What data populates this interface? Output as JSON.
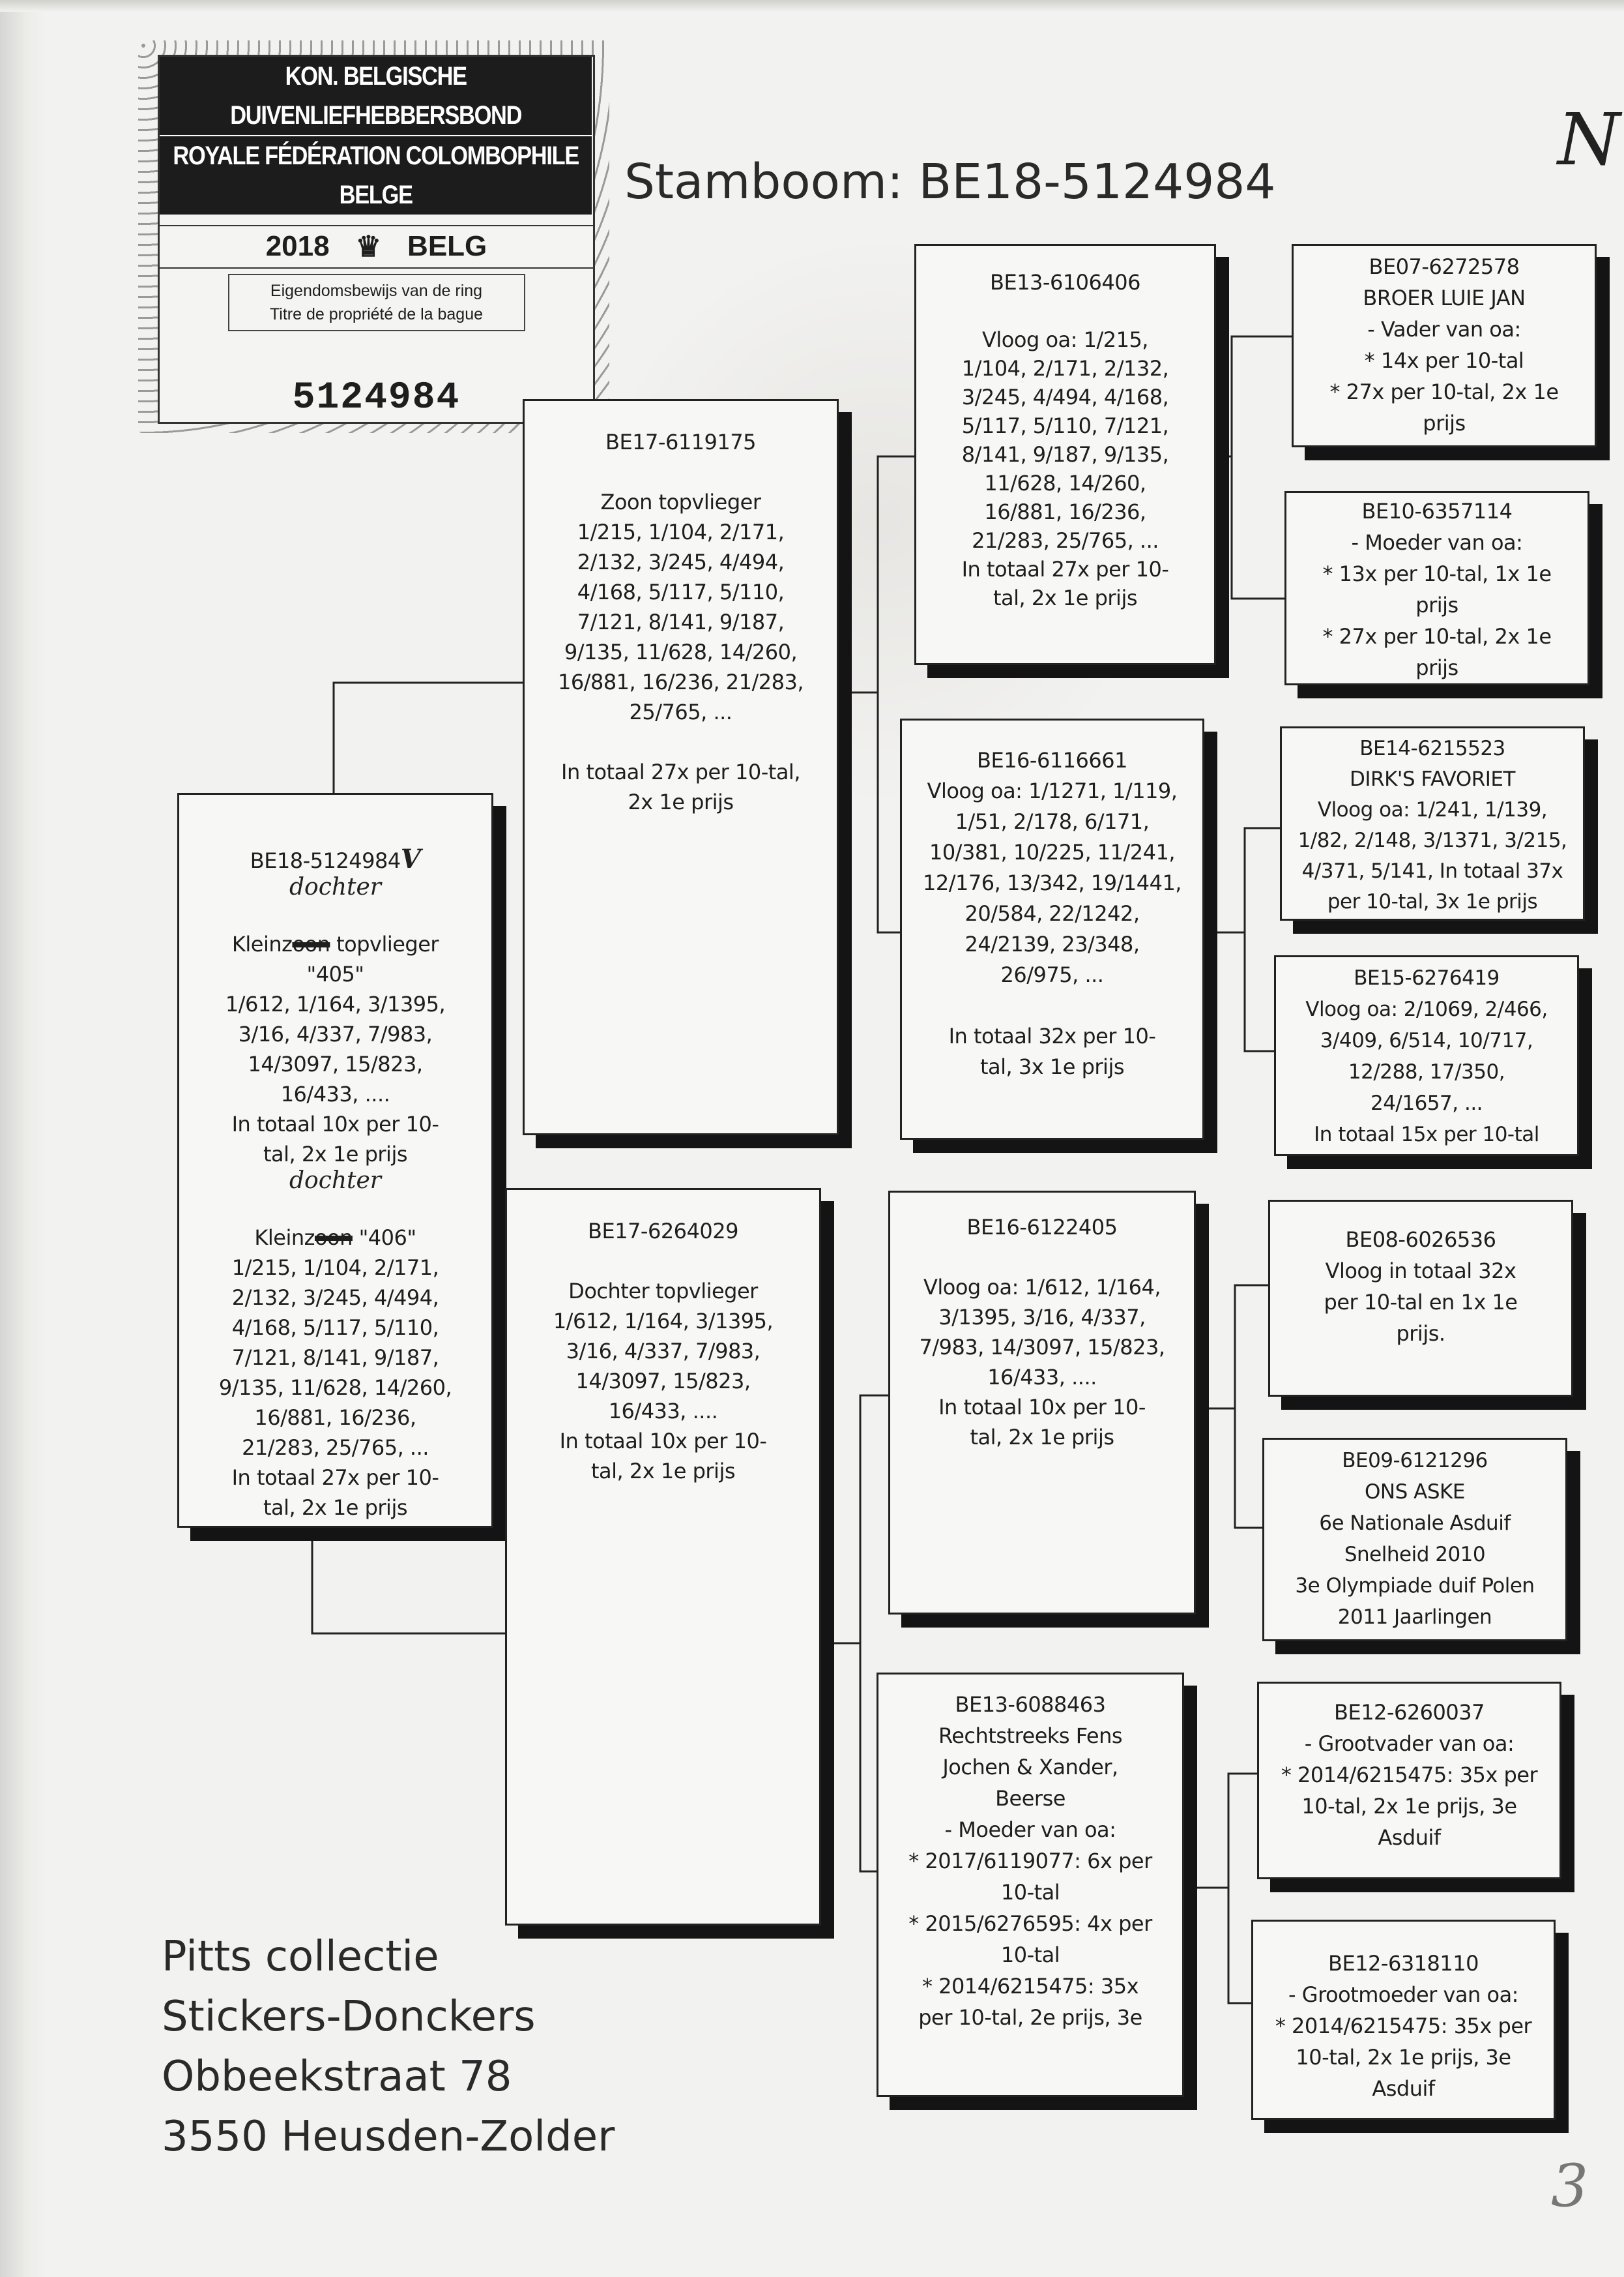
{
  "stamp": {
    "line1": "KON. BELGISCHE DUIVENLIEFHEBBERSBOND",
    "line2": "ROYALE FÉDÉRATION COLOMBOPHILE BELGE",
    "year": "2018",
    "country": "BELG",
    "sub1": "Eigendomsbewijs van de ring",
    "sub2": "Titre de propriété de la bague",
    "ring_number": "5124984",
    "icon": "crown-icon"
  },
  "title": "Stamboom: BE18-5124984",
  "subject": {
    "id": "BE18-5124984",
    "hand_mark": "V",
    "hand_1": "dochter",
    "line_a_pre": "Kleinz",
    "line_a_struck": "oon",
    "line_a_post": " topvlieger",
    "text_a": "\"405\"\n1/612, 1/164, 3/1395,\n3/16, 4/337, 7/983,\n14/3097, 15/823,\n16/433, ....\nIn totaal 10x per 10-\ntal, 2x 1e prijs",
    "hand_2": "dochter",
    "line_b_pre": "Kleinz",
    "line_b_struck": "oon",
    "line_b_post": " \"406\"",
    "text_b": "1/215, 1/104, 2/171,\n2/132, 3/245, 4/494,\n4/168, 5/117, 5/110,\n7/121, 8/141, 9/187,\n9/135, 11/628, 14/260,\n16/881, 16/236,\n21/283, 25/765, ...\nIn totaal 27x per 10-\ntal, 2x 1e prijs"
  },
  "parents": {
    "sire": "BE17-6119175\n\nZoon topvlieger\n1/215, 1/104, 2/171,\n2/132, 3/245, 4/494,\n4/168, 5/117, 5/110,\n7/121, 8/141, 9/187,\n9/135, 11/628, 14/260,\n16/881, 16/236, 21/283,\n25/765, ...\n\nIn totaal 27x per 10-tal,\n2x 1e prijs",
    "dam": "BE17-6264029\n\nDochter topvlieger\n1/612, 1/164, 3/1395,\n3/16, 4/337, 7/983,\n14/3097, 15/823,\n16/433, ....\nIn totaal 10x per 10-\ntal, 2x 1e prijs"
  },
  "grandparents": {
    "gs1": "BE13-6106406\n\nVloog oa: 1/215,\n1/104, 2/171, 2/132,\n3/245, 4/494, 4/168,\n5/117, 5/110, 7/121,\n8/141, 9/187, 9/135,\n11/628, 14/260,\n16/881, 16/236,\n21/283, 25/765, ...\nIn totaal 27x per 10-\ntal, 2x 1e prijs",
    "gd1": "BE16-6116661\nVloog oa: 1/1271, 1/119,\n1/51, 2/178, 6/171,\n10/381, 10/225, 11/241,\n12/176, 13/342, 19/1441,\n20/584, 22/1242,\n24/2139, 23/348,\n26/975, ...\n\nIn totaal 32x per 10-\ntal, 3x 1e prijs",
    "gs2": "BE16-6122405\n\nVloog oa: 1/612, 1/164,\n3/1395, 3/16, 4/337,\n7/983, 14/3097, 15/823,\n16/433, ....\nIn totaal 10x per 10-\ntal, 2x 1e prijs",
    "gd2": "BE13-6088463\nRechtstreeks Fens\nJochen & Xander,\nBeerse\n- Moeder van oa:\n* 2017/6119077: 6x per\n10-tal\n* 2015/6276595: 4x per\n10-tal\n* 2014/6215475: 35x\nper 10-tal, 2e prijs, 3e"
  },
  "great_grandparents": [
    "BE07-6272578\nBROER LUIE JAN\n- Vader van oa:\n* 14x per 10-tal\n* 27x per 10-tal, 2x 1e\nprijs",
    "BE10-6357114\n- Moeder van oa:\n* 13x per 10-tal, 1x 1e\nprijs\n* 27x per 10-tal, 2x 1e\nprijs",
    "BE14-6215523\nDIRK'S FAVORIET\nVloog oa: 1/241, 1/139,\n1/82, 2/148, 3/1371, 3/215,\n4/371, 5/141, In totaal 37x\nper 10-tal, 3x 1e prijs",
    "BE15-6276419\nVloog oa: 2/1069, 2/466,\n3/409, 6/514, 10/717,\n12/288, 17/350,\n24/1657, ...\nIn totaal 15x per 10-tal",
    "BE08-6026536\nVloog in totaal 32x\nper 10-tal en 1x 1e\nprijs.",
    "BE09-6121296\nONS ASKE\n6e Nationale Asduif\nSnelheid 2010\n3e Olympiade duif Polen\n2011 Jaarlingen",
    "BE12-6260037\n- Grootvader van oa:\n* 2014/6215475: 35x per\n10-tal, 2x 1e prijs, 3e\nAsduif",
    "BE12-6318110\n- Grootmoeder van oa:\n* 2014/6215475: 35x per\n10-tal, 2x 1e prijs, 3e\nAsduif"
  ],
  "footer": "Pitts collectie\nStickers-Donckers\nObbeekstraat 78\n3550 Heusden-Zolder",
  "annotations": {
    "corner_top": "N",
    "corner_bottom": "3"
  }
}
